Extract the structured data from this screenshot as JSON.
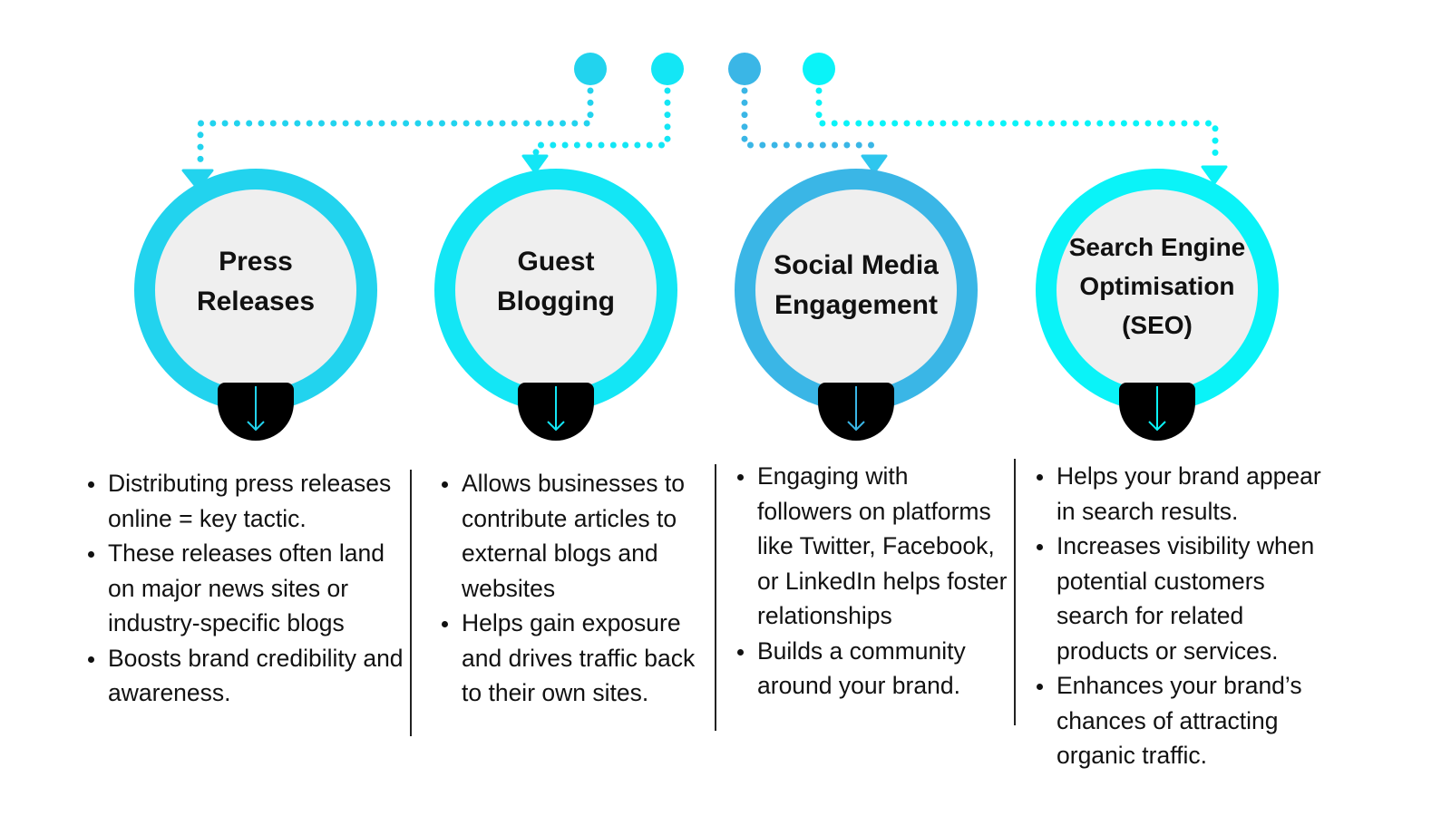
{
  "colors": {
    "step1": "#22d3ee",
    "step2": "#13e6f5",
    "step3": "#3ab6e6",
    "step4": "#0af3f8",
    "inner": "#efefef",
    "tab": "#000000",
    "text": "#111111"
  },
  "steps": [
    {
      "title": "Press\nReleases",
      "bullets": [
        "Distributing press releases online = key tactic.",
        "These releases often land on major news sites or industry-specific blogs",
        "Boosts brand credibility and awareness."
      ]
    },
    {
      "title": "Guest\nBlogging",
      "bullets": [
        "Allows businesses to contribute articles to external blogs and websites",
        "Helps gain exposure and drives traffic back to their own sites."
      ]
    },
    {
      "title": "Social Media\nEngagement",
      "bullets": [
        "Engaging with followers on platforms like Twitter, Facebook, or LinkedIn helps foster relationships",
        "Builds a community around your brand."
      ]
    },
    {
      "title": "Search Engine\nOptimisation\n(SEO)",
      "bullets": [
        "Helps your brand appear in search results.",
        "Increases visibility when potential customers search for related products or services.",
        "Enhances your brand’s chances of attracting organic traffic."
      ]
    }
  ],
  "icons": {
    "node": "dot-node-icon",
    "connector_arrow": "triangle-down-icon",
    "tab_arrow": "arrow-down-icon"
  }
}
